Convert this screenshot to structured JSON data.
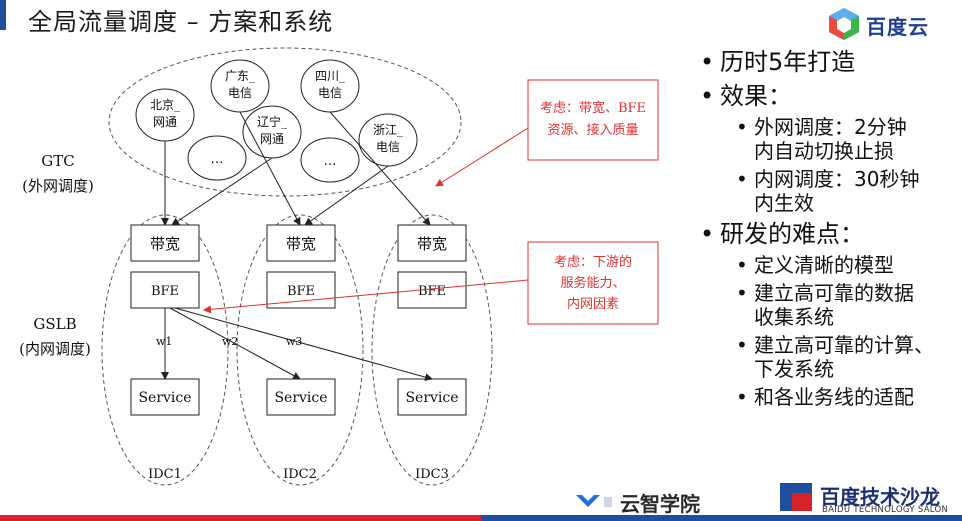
{
  "slide": {
    "title": "全局流量调度 – 方案和系统",
    "logo_text": "百度云"
  },
  "diagram": {
    "gtc_label": "GTC",
    "gtc_sub": "(外网调度)",
    "gslb_label": "GSLB",
    "gslb_sub": "(内网调度)",
    "isps": [
      {
        "line1": "北京_",
        "line2": "网通"
      },
      {
        "line1": "广东_",
        "line2": "电信"
      },
      {
        "line1": "辽宁_",
        "line2": "网通"
      },
      {
        "line1": "四川_",
        "line2": "电信"
      },
      {
        "line1": "浙江_",
        "line2": "电信"
      }
    ],
    "ellipsis": "…",
    "bandwidth_label": "带宽",
    "bfe_label": "BFE",
    "service_label": "Service",
    "weights": [
      "w1",
      "w2",
      "w3"
    ],
    "idcs": [
      "IDC1",
      "IDC2",
      "IDC3"
    ],
    "note1": [
      "考虑：带宽、BFE",
      "资源、接入质量"
    ],
    "note2": [
      "考虑：下游的",
      "服务能力、",
      "内网因素"
    ],
    "colors": {
      "note": "#e03030",
      "line": "#222222",
      "dash": "#555555"
    }
  },
  "bullets": {
    "items": [
      {
        "text": "历时5年打造",
        "children": []
      },
      {
        "text": "效果：",
        "children": [
          [
            "外网调度：2分钟",
            "内自动切换止损"
          ],
          [
            "内网调度：30秒钟",
            "内生效"
          ]
        ]
      },
      {
        "text": "研发的难点：",
        "children": [
          [
            "定义清晰的模型"
          ],
          [
            "建立高可靠的数据",
            "收集系统"
          ],
          [
            "建立高可靠的计算、",
            "下发系统"
          ],
          [
            "和各业务线的适配"
          ]
        ]
      }
    ]
  },
  "footer": {
    "academy_text": "云智学院",
    "salon_cn": "百度技术沙龙",
    "salon_en": "BAIDU TECHNOLOGY SALON"
  }
}
